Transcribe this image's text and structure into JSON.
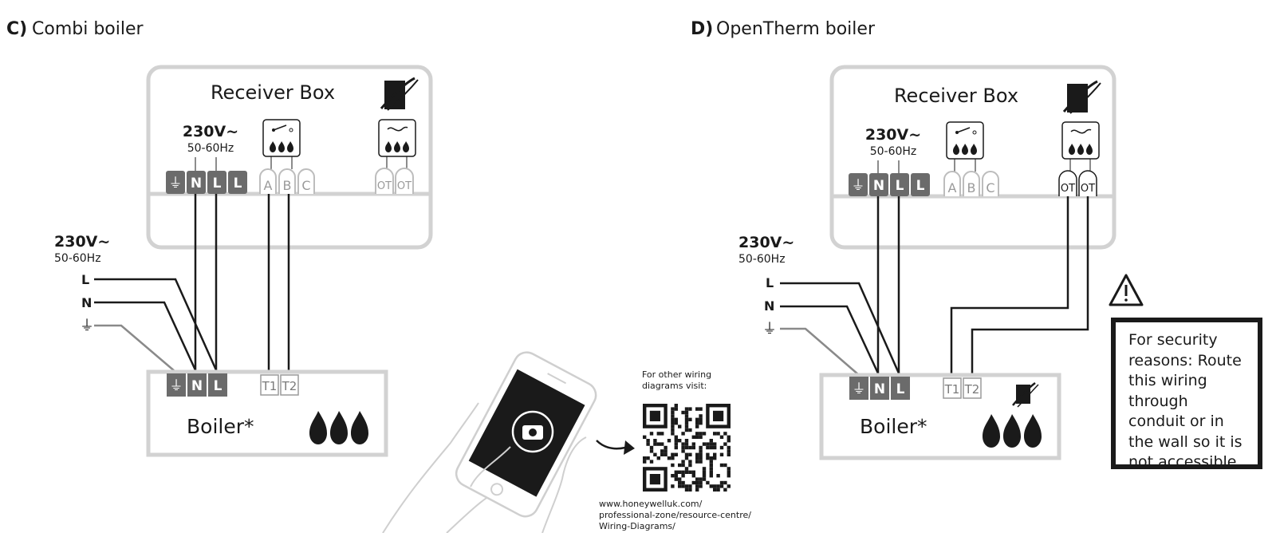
{
  "sections": {
    "c": {
      "letter": "C)",
      "title": "Combi boiler"
    },
    "d": {
      "letter": "D)",
      "title": "OpenTherm boiler"
    }
  },
  "receiver": {
    "title": "Receiver Box",
    "voltage": "230V~",
    "freq": "50-60Hz",
    "power_terminals": [
      "⏚",
      "N",
      "L",
      "L"
    ],
    "relay_terminals": [
      "A",
      "B",
      "C"
    ],
    "ot_terminals": [
      "OT",
      "OT"
    ]
  },
  "mains": {
    "voltage": "230V~",
    "freq": "50-60Hz",
    "lines": [
      "L",
      "N",
      "⏚"
    ]
  },
  "boiler": {
    "title": "Boiler*",
    "power_terminals": [
      "⏚",
      "N",
      "L"
    ],
    "control_terminals": [
      "T1",
      "T2"
    ]
  },
  "qr": {
    "caption_line1": "For other wiring",
    "caption_line2": "diagrams visit:",
    "url_line1": "www.honeywelluk.com/",
    "url_line2": "professional-zone/resource-centre/",
    "url_line3": "Wiring-Diagrams/"
  },
  "warning": {
    "text": "For security reasons: Route this wiring through conduit or in the wall so it is not accessible."
  },
  "colors": {
    "wire": "#1a1a1a",
    "grey_wire": "#8a8a8a",
    "frame": "#d2d2d2",
    "terminal_dark": "#6b6b6b"
  }
}
